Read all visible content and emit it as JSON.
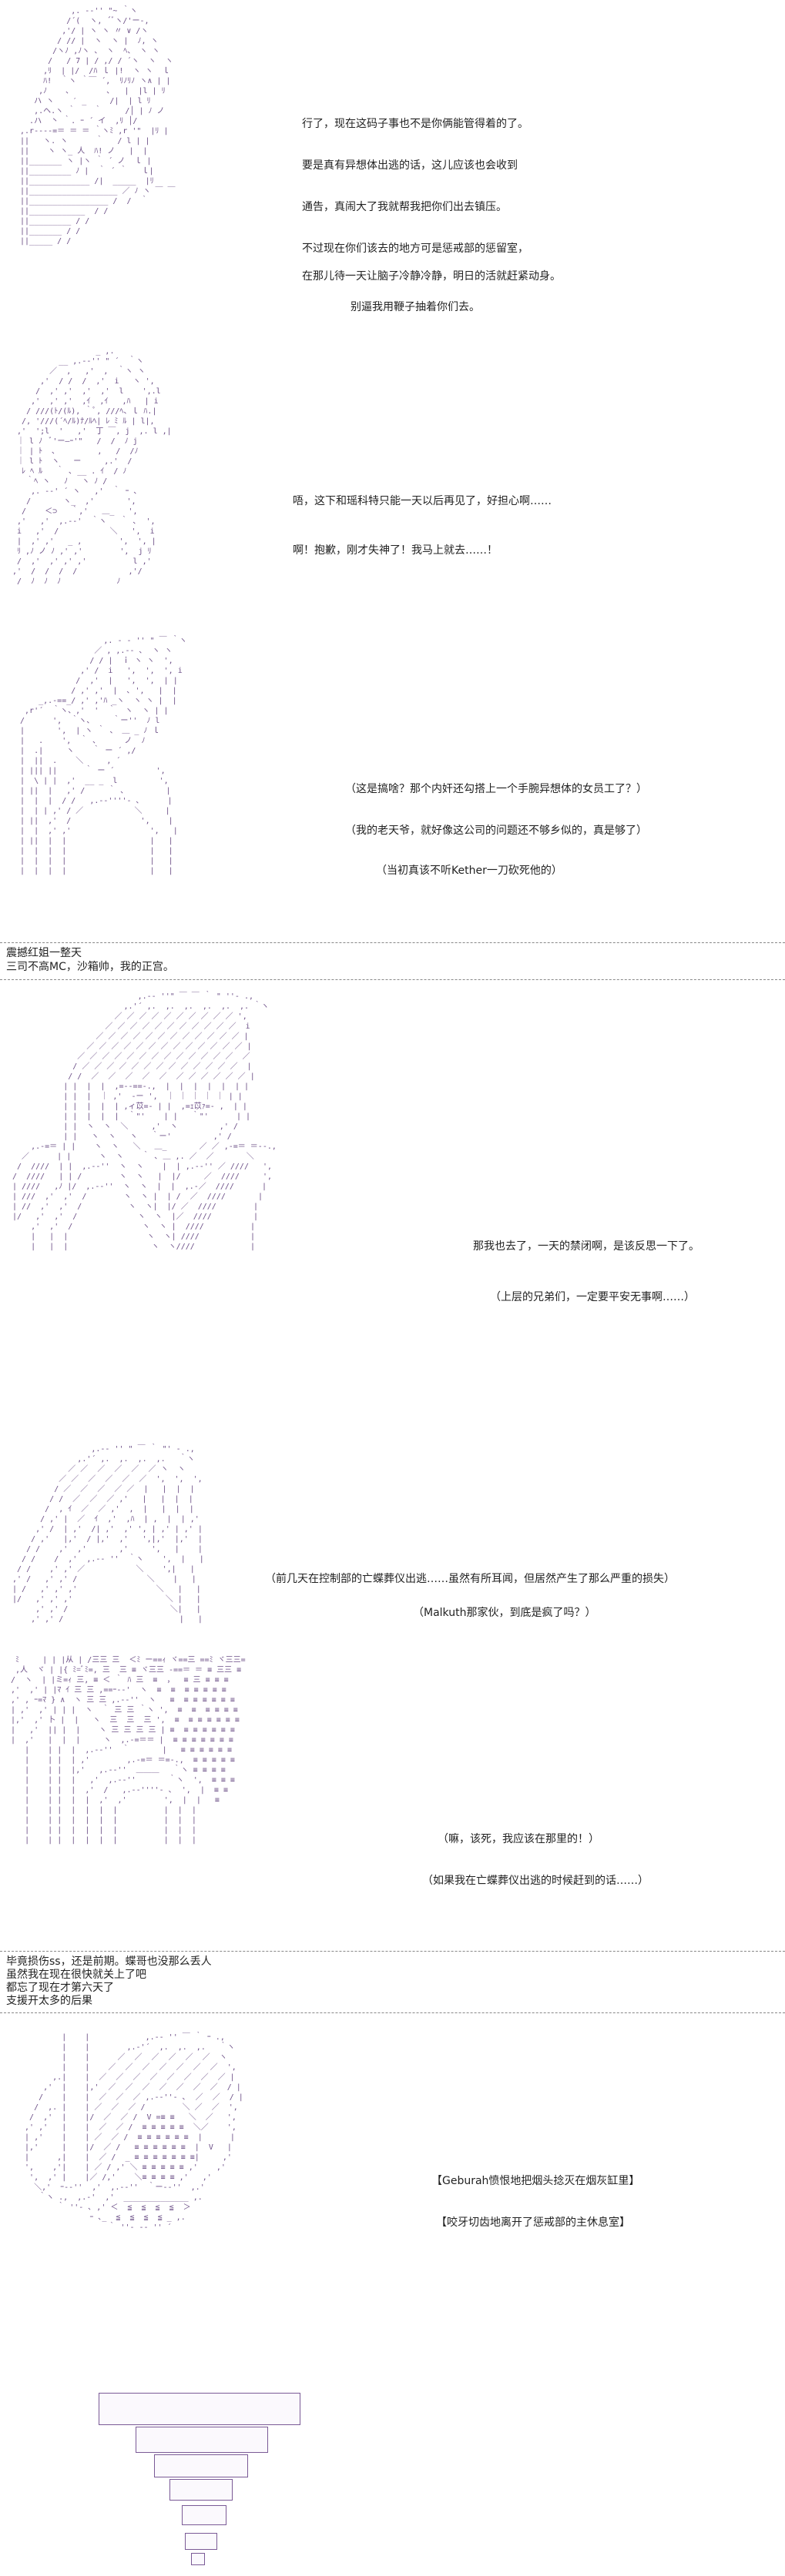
{
  "panel1": {
    "lines": [
      "行了，现在这码子事也不是你俩能管得着的了。",
      "要是真有异想体出逃的话，这儿应该也会收到",
      "通告，真闹大了我就帮我把你们出去镇压。",
      "不过现在你们该去的地方可是惩戒部的惩留室，",
      "在那儿待一天让脑子冷静冷静，明日的活就赶紧动身。",
      "别逼我用鞭子抽着你们去。"
    ]
  },
  "panel2": {
    "lines": [
      "唔，这下和瑶科特只能一天以后再见了，好担心啊……",
      "啊！抱歉，刚才失神了！我马上就去……！"
    ]
  },
  "panel3": {
    "lines": [
      "（这是搞啥？那个内奸还勾搭上一个手腕异想体的女员工了？）",
      "（我的老天爷，就好像这公司的问题还不够乡似的，真是够了）",
      "（当初真该不听Kether一刀砍死他的）"
    ]
  },
  "caption1": {
    "lines": [
      "震撼红姐一整天",
      "三司不高MC，沙箱帅，我的正宫。"
    ]
  },
  "panel4": {
    "lines": [
      "那我也去了，一天的禁闭啊，是该反思一下了。",
      "（上层的兄弟们，一定要平安无事啊……）"
    ]
  },
  "panel5": {
    "lines": [
      "（前几天在控制部的亡蝶葬仪出逃……虽然有所耳闻，但居然产生了那么严重的损失）",
      "（Malkuth那家伙，到底是疯了吗？）"
    ]
  },
  "panel6": {
    "lines": [
      "（嘛，该死，我应该在那里的！）",
      "（如果我在亡蝶葬仪出逃的时候赶到的话……）"
    ]
  },
  "caption2": {
    "lines": [
      "毕竟损伤ss，还是前期。蝶哥也没那么丢人",
      "虽然我在现在很快就关上了吧",
      "都忘了现在才第六天了",
      "支援开太多的后果"
    ]
  },
  "panel7": {
    "lines": [
      "【Geburah愤恨地把烟头捻灭在烟灰缸里】",
      "【咬牙切齿地离开了惩戒部的主休息室】"
    ]
  }
}
